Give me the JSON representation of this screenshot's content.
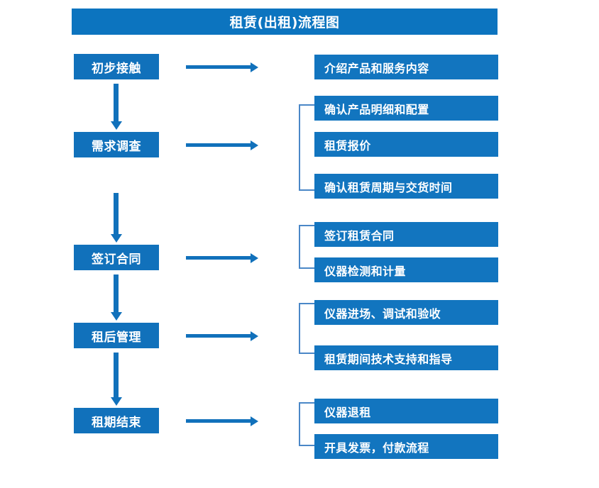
{
  "chart": {
    "title": "租赁(出租)流程图",
    "colors": {
      "title_bar": "#0c74bf",
      "stage_box": "#1171bb",
      "detail_box": "#1275bf",
      "arrow": "#1171bb",
      "bracket": "#4a87c7",
      "text": "#ffffff",
      "background": "#ffffff"
    }
  },
  "stages": [
    {
      "label": "初步接触"
    },
    {
      "label": "需求调查"
    },
    {
      "label": "签订合同"
    },
    {
      "label": "租后管理"
    },
    {
      "label": "租期结束"
    }
  ],
  "details": [
    {
      "label": "介绍产品和服务内容"
    },
    {
      "label": "确认产品明细和配置"
    },
    {
      "label": "租赁报价"
    },
    {
      "label": "确认租赁周期与交货时间"
    },
    {
      "label": "签订租赁合同"
    },
    {
      "label": "仪器检测和计量"
    },
    {
      "label": "仪器进场、调试和验收"
    },
    {
      "label": "租赁期间技术支持和指导"
    },
    {
      "label": "仪器退租"
    },
    {
      "label": "开具发票，付款流程"
    }
  ],
  "flow": {
    "stage_to_stage_arrows": 4,
    "stage_to_detail_arrows": 5,
    "group_brackets": 4
  }
}
